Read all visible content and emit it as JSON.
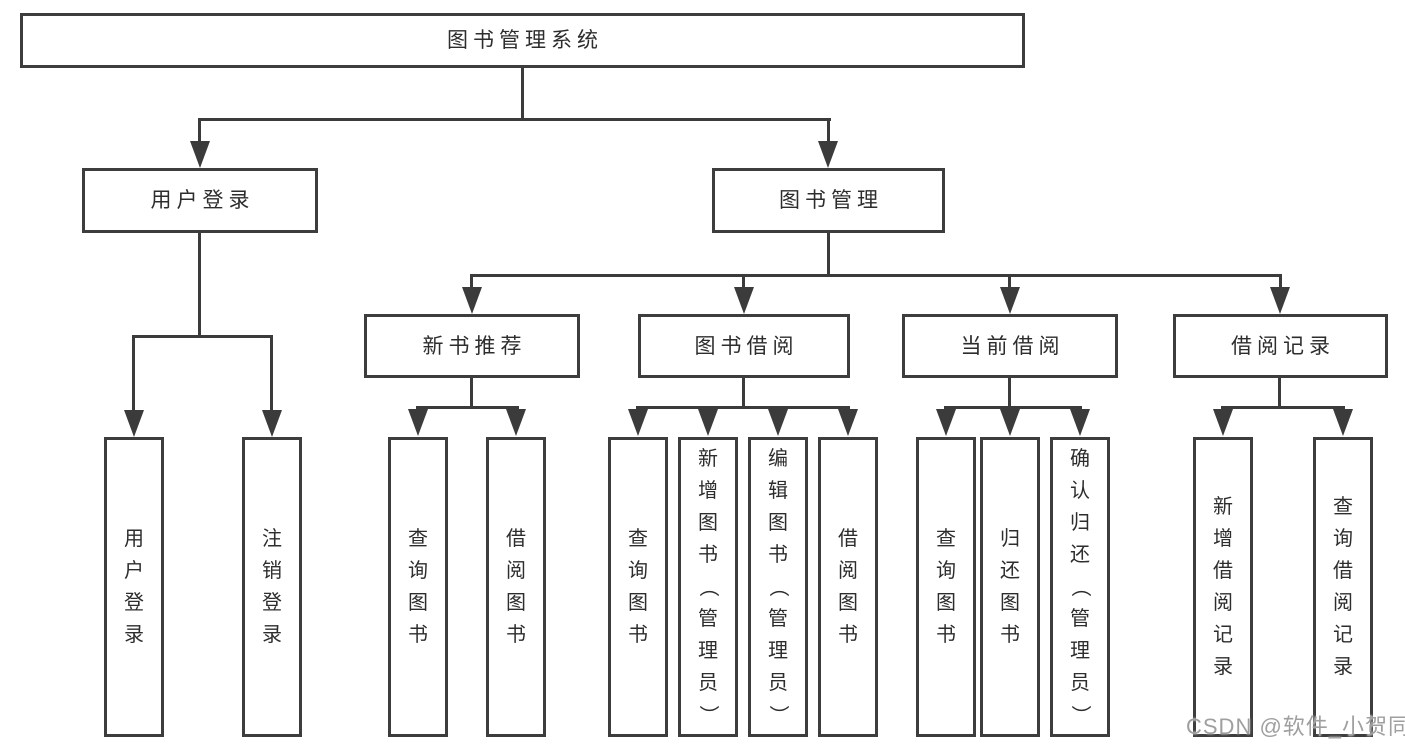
{
  "diagram": {
    "title": "图书管理系统",
    "tree": {
      "root": "图书管理系统",
      "branches": [
        {
          "label": "用户登录",
          "children": [
            "用户登录",
            "注销登录"
          ]
        },
        {
          "label": "图书管理",
          "groups": [
            {
              "label": "新书推荐",
              "children": [
                "查询图书",
                "借阅图书"
              ]
            },
            {
              "label": "图书借阅",
              "children": [
                "查询图书",
                "新增图书（管理员）",
                "编辑图书（管理员）",
                "借阅图书"
              ]
            },
            {
              "label": "当前借阅",
              "children": [
                "查询图书",
                "归还图书",
                "确认归还（管理员）"
              ]
            },
            {
              "label": "借阅记录",
              "children": [
                "新增借阅记录",
                "查询借阅记录"
              ]
            }
          ]
        }
      ]
    },
    "watermark": "CSDN @软件_小贺同学",
    "colors": {
      "background": "#ffffff",
      "box_border": "#3d3d3d",
      "line": "#3b3b3b",
      "text": "#2d2d2d",
      "watermark": "#9f9f9f"
    }
  }
}
